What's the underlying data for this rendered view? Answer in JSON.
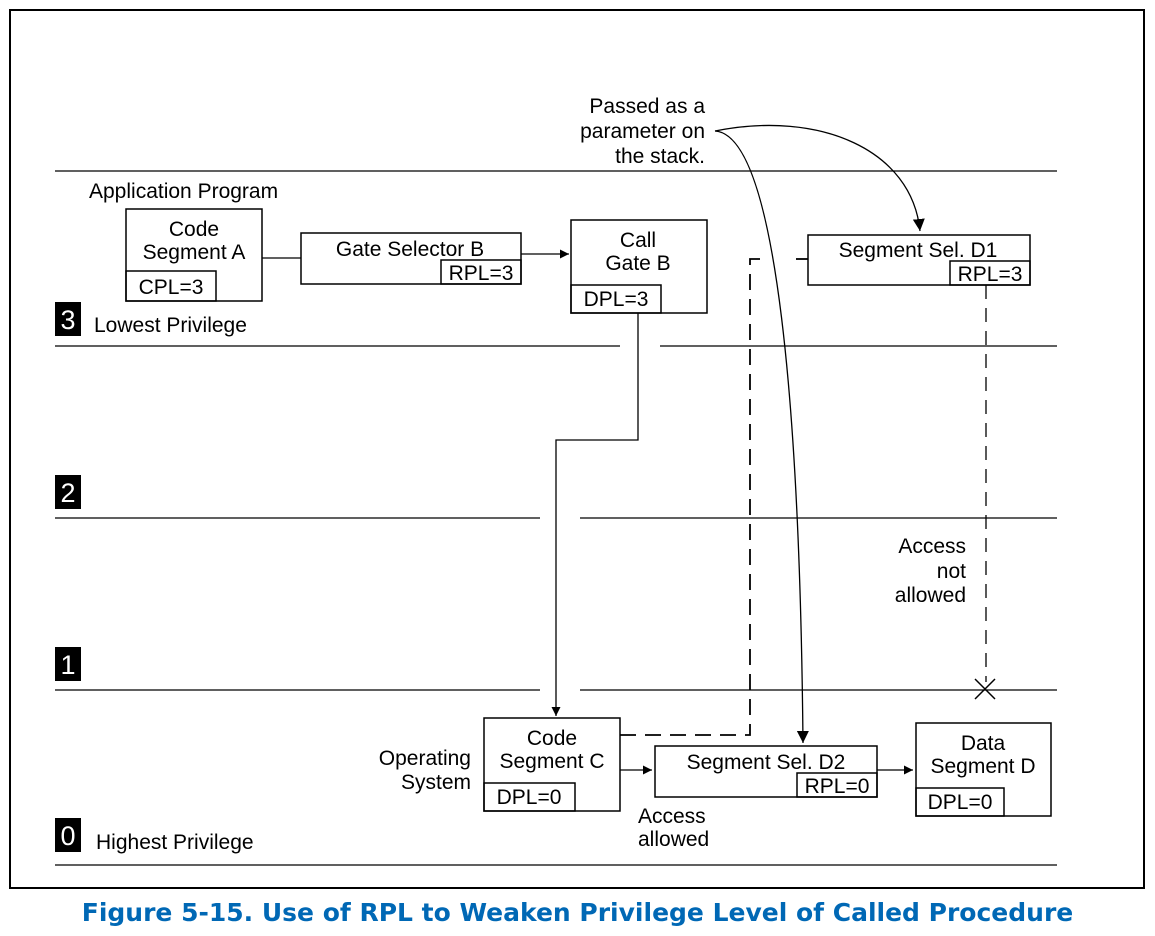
{
  "levels": [
    {
      "number": "3",
      "label": "Lowest Privilege"
    },
    {
      "number": "2",
      "label": ""
    },
    {
      "number": "1",
      "label": ""
    },
    {
      "number": "0",
      "label": "Highest Privilege"
    }
  ],
  "boxes": {
    "code_segment_a": {
      "title_1": "Code",
      "title_2": "Segment A",
      "field": "CPL=3"
    },
    "gate_selector_b": {
      "title": "Gate Selector B",
      "field": "RPL=3"
    },
    "call_gate_b": {
      "title_1": "Call",
      "title_2": "Gate B",
      "field": "DPL=3"
    },
    "segment_sel_d1": {
      "title": "Segment Sel. D1",
      "field": "RPL=3"
    },
    "code_segment_c": {
      "title_1": "Code",
      "title_2": "Segment C",
      "field": "DPL=0"
    },
    "segment_sel_d2": {
      "title": "Segment Sel. D2",
      "field": "RPL=0"
    },
    "data_segment_d": {
      "title_1": "Data",
      "title_2": "Segment D",
      "field": "DPL=0"
    }
  },
  "labels": {
    "application_program": "Application Program",
    "operating_system_1": "Operating",
    "operating_system_2": "System",
    "passed_param_1": "Passed as a",
    "passed_param_2": "parameter on",
    "passed_param_3": "the stack.",
    "access_not_allowed_1": "Access",
    "access_not_allowed_2": "not",
    "access_not_allowed_3": "allowed",
    "access_allowed_1": "Access",
    "access_allowed_2": "allowed"
  },
  "caption": "Figure 5-15.  Use of RPL to Weaken Privilege Level of Called Procedure"
}
